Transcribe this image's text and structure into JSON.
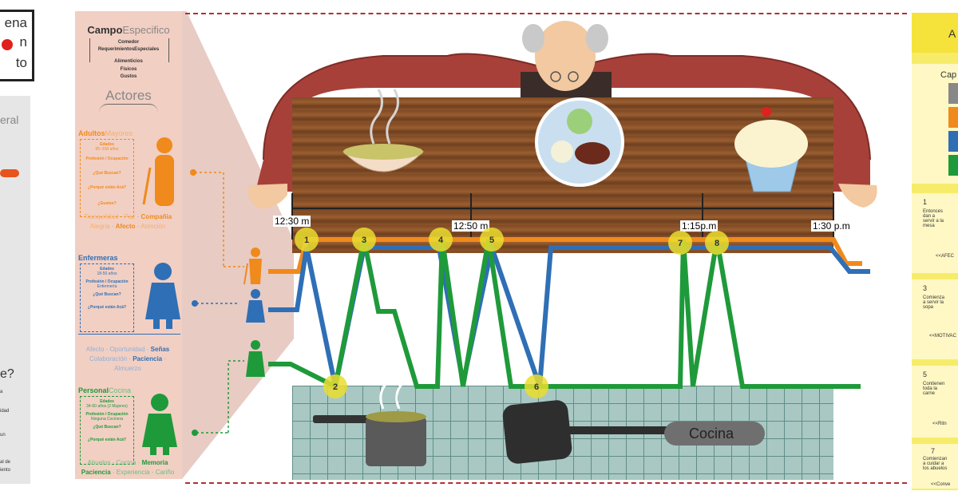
{
  "logo": {
    "line1": "ena",
    "line2": "n",
    "line3": "to"
  },
  "left_panel": {
    "word1": "eral",
    "question": "e?",
    "snippets": [
      "a",
      "idad",
      "un",
      "al de",
      "iento"
    ]
  },
  "actors_panel": {
    "campo_bold": "Campo",
    "campo_light": "Especifico",
    "campo_items": [
      "Comedor",
      "RequerimientosEspeciales",
      "Alimenticios",
      "Fisicos",
      "Gustos"
    ],
    "actores_title": "Actores",
    "adultos": {
      "title_bold": "Adultos",
      "title_light": "Mayores",
      "edades_label": "Edades",
      "edades_value": "65~100 años",
      "profesion_label": "Profesión / Ocupación",
      "buscan_label": "¿Qué Buscan?",
      "porque_label": "¿Porqué están Acá?",
      "gustos_label": "¿Gustos?",
      "traits_line1": [
        "Tranquilidad",
        "Paz",
        "Compañia"
      ],
      "traits_line2": [
        "Alegria",
        "Afecto",
        "Atención"
      ]
    },
    "enfermeras": {
      "title": "Enfermeras",
      "edades_label": "Edades",
      "edades_value": "18-50 años",
      "profesion_label": "Profesión / Ocupación",
      "profesion_value": "Enfermería",
      "buscan_label": "¿Qué Buscan?",
      "porque_label": "¿Porqué están Acá?",
      "traits_line1": [
        "Afecto",
        "Oportunidad",
        "Señas"
      ],
      "traits_line2": [
        "Colaboración",
        "Paciencia",
        "Almuerzo"
      ]
    },
    "personal": {
      "title_bold": "Personal",
      "title_light": "Cocina",
      "edades_label": "Edades",
      "edades_value": "34-50 años (2 Mujeres)",
      "profesion_label": "Profesión / Ocupación",
      "profesion_value": "Ninguna     Cocinera",
      "buscan_label": "¿Qué Buscan?",
      "porque_label": "¿Porqué están Acá?",
      "traits_line1": [
        "Abuelos",
        "Cocina",
        "Memoria"
      ],
      "traits_line2": [
        "Paciencia",
        "Experiencia",
        "Cariño"
      ]
    }
  },
  "timeline": {
    "times": [
      "12:30 m",
      "12:50 m",
      "1:15p.m",
      "1:30 p.m"
    ],
    "points": [
      "1",
      "2",
      "3",
      "4",
      "5",
      "6",
      "7",
      "8"
    ]
  },
  "kitchen": {
    "label": "Cocina"
  },
  "right_panel": {
    "title": "A",
    "cap": "Cap",
    "nums": [
      "1",
      "3",
      "5",
      "7"
    ],
    "labels": [
      "<<AFEC",
      "<<MOTIVAC",
      "<<Ritn",
      "<<Conve"
    ],
    "small_texts": [
      "Entonces dan a servir a la mesa",
      "Comienza a servir la sopa",
      "Contienen toda la carne",
      "Comienzan a cuidar a los abuelos"
    ]
  },
  "colors": {
    "orange": "#f08a1c",
    "blue": "#2f6fb5",
    "green": "#1f9a3a",
    "marker": "#eadd2f",
    "table_wood": "#8c542b",
    "sweater": "#a8403a",
    "kitchen_tile": "#a9c8c3",
    "panel_pink": "#f2cfc3",
    "panel_yellow": "#f7ec6a"
  }
}
